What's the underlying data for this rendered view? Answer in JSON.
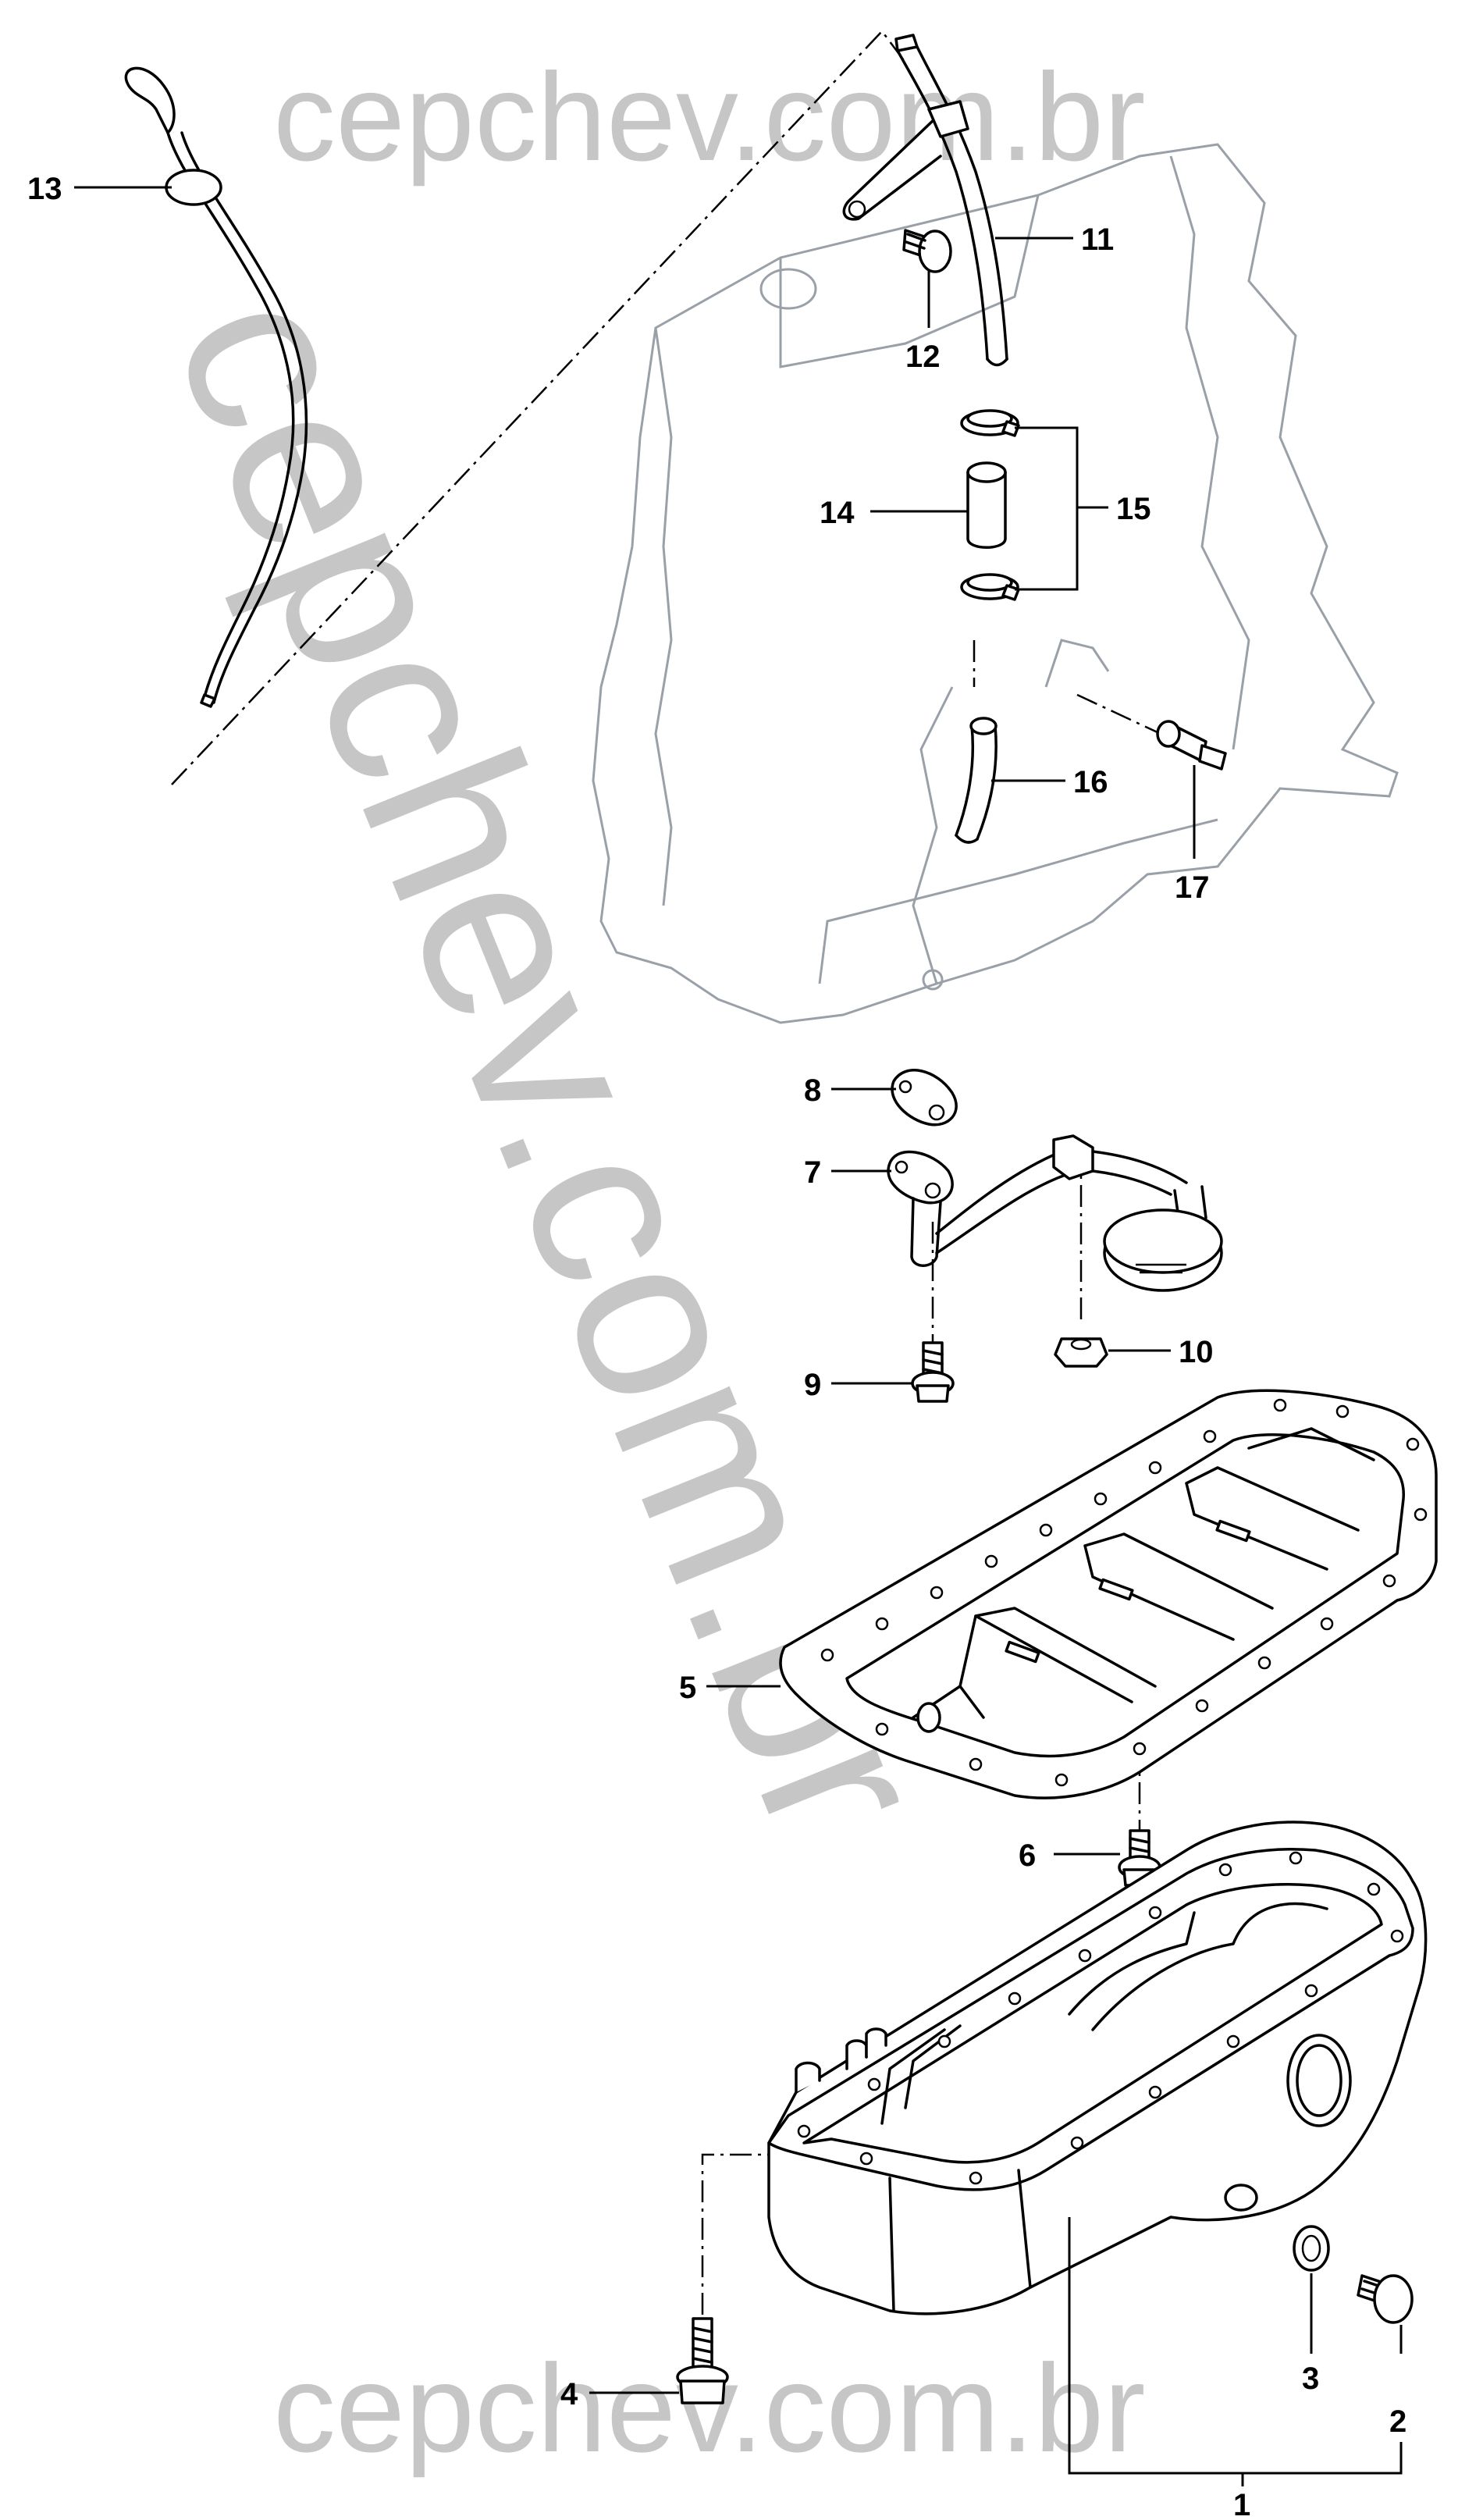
{
  "watermark": {
    "text_top": "cepchev.com.br",
    "text_diagonal": "cepchev.com.br",
    "text_bottom": "cepchev.com.br",
    "color": "#c6c6c6"
  },
  "callouts": [
    "1",
    "2",
    "3",
    "4",
    "5",
    "6",
    "7",
    "8",
    "9",
    "10",
    "11",
    "12",
    "13",
    "14",
    "15",
    "16",
    "17"
  ]
}
